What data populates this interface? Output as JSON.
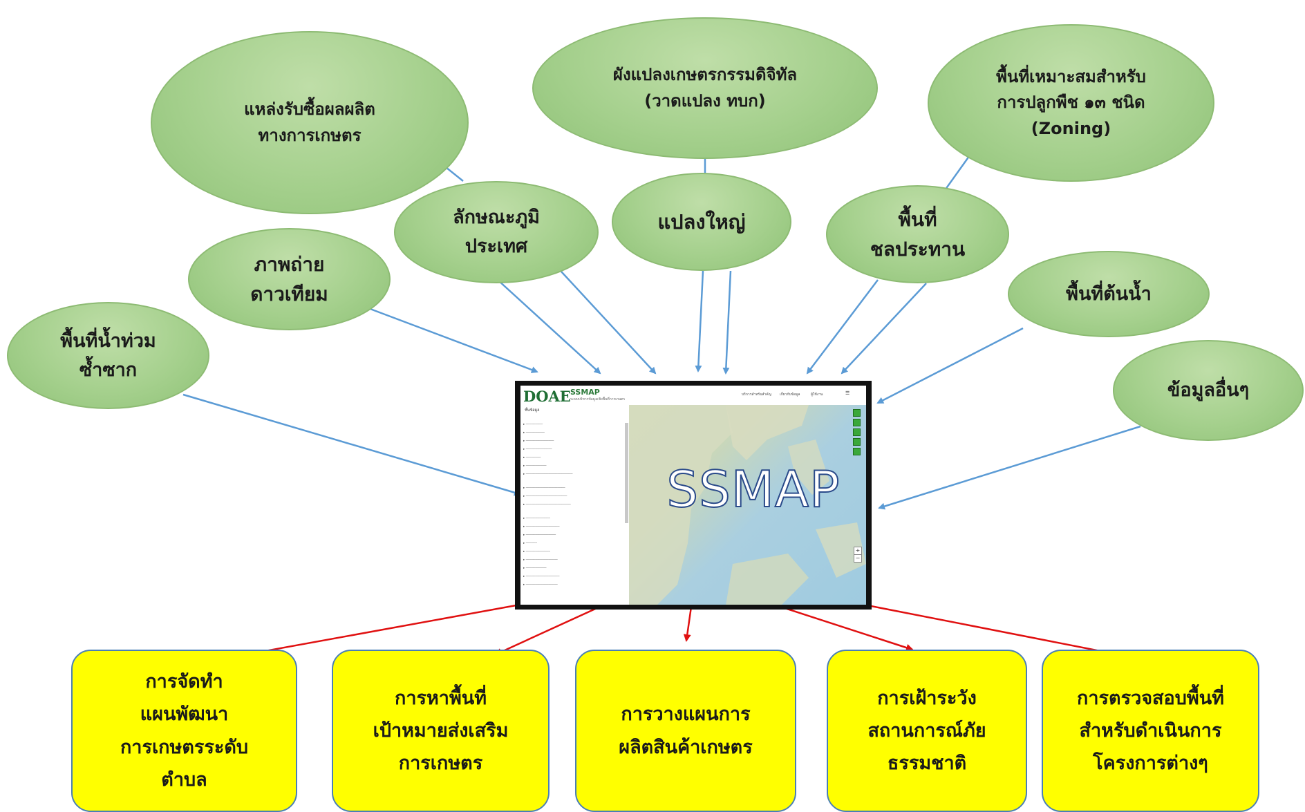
{
  "bubbles": {
    "top_left": "แหล่งรับซื้อผลผลิต\nทางการเกษตร",
    "top_center": "ผังแปลงเกษตรกรรมดิจิทัล\n(วาดแปลง ทบก)",
    "top_right": "พื้นที่เหมาะสมสำหรับ\nการปลูกพืช ๑๓ ชนิด\n(Zoning)",
    "landform": "ลักษณะภูมิ\nประเทศ",
    "large_plot": "แปลงใหญ่",
    "irrigation": "พื้นที่\nชลประทาน",
    "satellite": "ภาพถ่าย\nดาวเทียม",
    "watershed": "พื้นที่ต้นน้ำ",
    "flood": "พื้นที่น้ำท่วม\nซ้ำซาก",
    "other": "ข้อมูลอื่นๆ"
  },
  "outputs": {
    "tambon_plan": "การจัดทำ\nแผนพัฒนา\nการเกษตรระดับ\nตำบล",
    "target_area": "การหาพื้นที่\nเป้าหมายส่งเสริม\nการเกษตร",
    "production_plan": "การวางแผนการ\nผลิตสินค้าเกษตร",
    "disaster_watch": "การเฝ้าระวัง\nสถานการณ์ภัย\nธรรมชาติ",
    "project_check": "การตรวจสอบพื้นที่\nสำหรับดำเนินการ\nโครงการต่างๆ"
  },
  "screenshot": {
    "logo": "DOAE",
    "brand": "SSMAP",
    "brand_sub": "ระบบบริหารข้อมูลเชิงพื้นที่การเกษตร",
    "overlay_title": "SSMAP",
    "sidebar_title": "ชั้นข้อมูล",
    "header_items": [
      "บริการสำหรับสำคัญ",
      "เกี่ยวกับข้อมูล",
      "ผู้ใช้งาน"
    ],
    "zoom_in": "+",
    "zoom_out": "−"
  },
  "colors": {
    "bubble_green": "#a5d08d",
    "output_yellow": "#ffff00",
    "blue_arrow": "#5b9bd5",
    "red_arrow": "#e01010"
  }
}
